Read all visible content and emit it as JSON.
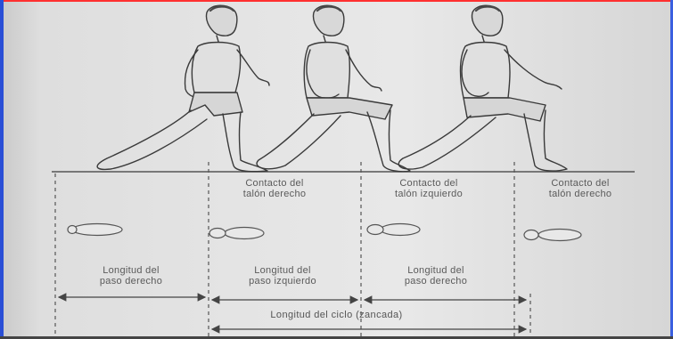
{
  "figures": [
    {
      "name": "walker-1"
    },
    {
      "name": "walker-2"
    },
    {
      "name": "walker-3"
    }
  ],
  "contact_labels": [
    "Contacto del\ntalón derecho",
    "Contacto del\ntalón izquierdo",
    "Contacto del\ntalón derecho"
  ],
  "step_labels": [
    "Longitud del\npaso derecho",
    "Longitud del\npaso izquierdo",
    "Longitud del\npaso derecho"
  ],
  "cycle_label": "Longitud del ciclo (zancada)",
  "colors": {
    "line": "#444444",
    "text": "#5a5a5a",
    "paper": "#e4e4e4"
  }
}
